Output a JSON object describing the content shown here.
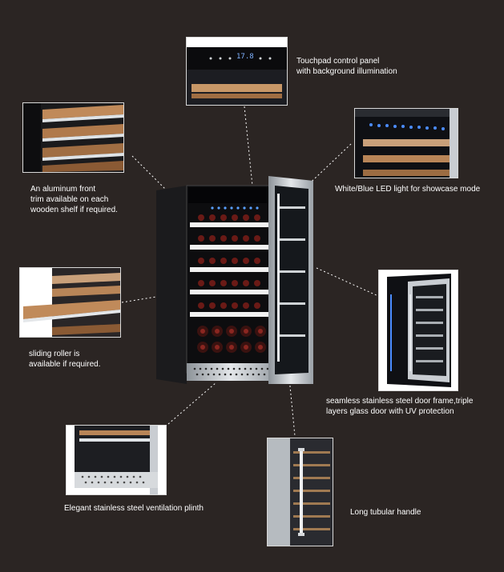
{
  "captions": {
    "touchpad": "Touchpad control panel\nwith background illumination",
    "led": "White/Blue LED light for showcase mode",
    "trim": "An aluminum front\ntrim available on each\nwooden shelf if required.",
    "roller": "sliding roller is\navailable if required.",
    "door": "seamless stainless steel door frame,triple\nlayers glass door with UV protection",
    "plinth": "Elegant stainless steel ventilation plinth",
    "handle": "Long tubular handle"
  },
  "display_readout": "17.8",
  "colors": {
    "background": "#2b2523",
    "led_blue": "#3f7dff",
    "wood": "#b88558",
    "steel": "#c9cdd2",
    "bottle": "#6a1a16"
  }
}
